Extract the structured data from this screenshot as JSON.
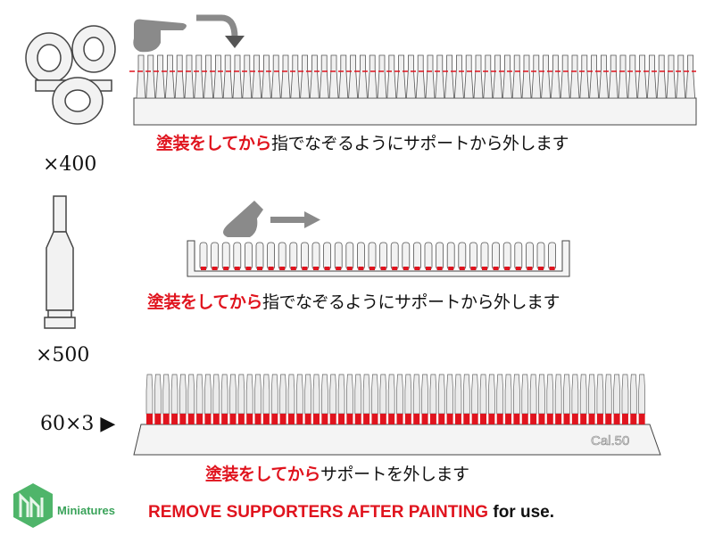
{
  "parts": [
    {
      "name": "ring-parts",
      "count": "×400"
    },
    {
      "name": "shell-casing",
      "count": "×500"
    },
    {
      "name": "cal50-rounds",
      "count": "60×3 ▶"
    }
  ],
  "instructions": [
    {
      "red": "塗装をしてから",
      "black": "指でなぞるようにサポートから外します"
    },
    {
      "red": "塗装をしてから",
      "black": "指でなぞるようにサポートから外します"
    },
    {
      "red": "塗装をしてから",
      "black": "サポートを外します"
    }
  ],
  "base_label": "Cal.50",
  "logo": {
    "text": "Miniatures",
    "color": "#3aa35a"
  },
  "footer": {
    "red": "REMOVE SUPPORTERS AFTER PAINTING",
    "black": "for use."
  },
  "colors": {
    "accent_red": "#e0141e",
    "arrow_gray": "#8a8a8a"
  }
}
